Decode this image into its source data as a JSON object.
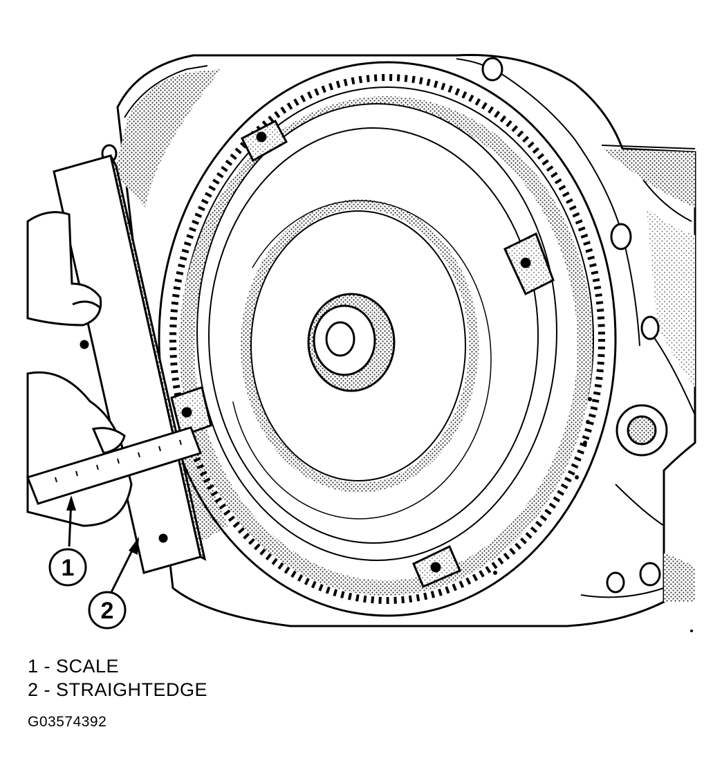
{
  "callouts": [
    {
      "number": "1",
      "label": "SCALE"
    },
    {
      "number": "2",
      "label": "STRAIGHTEDGE"
    }
  ],
  "legend": [
    {
      "text": "1 - SCALE"
    },
    {
      "text": "2 - STRAIGHTEDGE"
    }
  ],
  "figure_id": "G03574392",
  "colors": {
    "line": "#000000",
    "background": "#ffffff",
    "shade": "#9a9a9a"
  },
  "icons": [
    "scale-icon",
    "straightedge-icon",
    "hand-icon",
    "flywheel-icon"
  ]
}
